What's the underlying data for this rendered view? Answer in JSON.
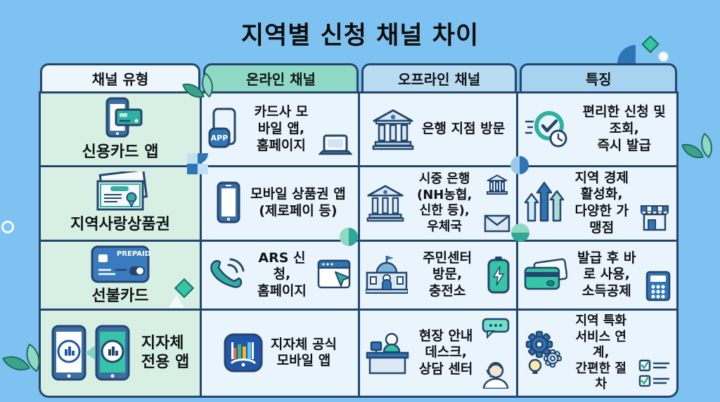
{
  "page": {
    "title": "지역별 신청 채널 차이",
    "background_color": "#7dc2f0",
    "border_color": "#24466e",
    "accent_teal": "#2fb0a0",
    "accent_blue": "#2e75b6"
  },
  "icons_text": {
    "app_badge": "APP",
    "prepaid": "PREPAID"
  },
  "table": {
    "headers": [
      {
        "label": "채널 유형",
        "bg": "#edf6fc"
      },
      {
        "label": "온라인 채널",
        "bg": "#8fd8c3"
      },
      {
        "label": "오프라인 채널",
        "bg": "#b9dcf2"
      },
      {
        "label": "특징",
        "bg": "#a8d3f0"
      }
    ],
    "rows": [
      {
        "type": {
          "label": "신용카드 앱",
          "icons": [
            "phone-creditcard-icon"
          ]
        },
        "online": {
          "label": "카드사 모바일 앱,\n홈페이지",
          "icons": [
            "app-phone-icon",
            "laptop-icon"
          ]
        },
        "offline": {
          "label": "은행 지점 방문",
          "icons": [
            "bank-icon"
          ]
        },
        "features": {
          "label": "편리한 신청 및 조회,\n즉시 발급",
          "icons": [
            "speed-check-clock-icon"
          ]
        }
      },
      {
        "type": {
          "label": "지역사랑상품권",
          "icons": [
            "gift-certificate-icon"
          ]
        },
        "online": {
          "label": "모바일 상품권 앱\n(제로페이 등)",
          "icons": [
            "smartphone-icon"
          ]
        },
        "offline": {
          "label": "시중 은행\n(NH농협, 신한 등),\n우체국",
          "icons": [
            "bank-icon",
            "bank-small-icon",
            "envelope-icon"
          ]
        },
        "features": {
          "label": "지역 경제 활성화,\n다양한 가맹점",
          "icons": [
            "growth-arrows-icon",
            "storefront-icon"
          ]
        }
      },
      {
        "type": {
          "label": "선불카드",
          "icons": [
            "prepaid-card-icon"
          ]
        },
        "online": {
          "label": "ARS 신청,\n홈페이지",
          "icons": [
            "phone-handset-icon",
            "browser-cursor-icon"
          ]
        },
        "offline": {
          "label": "주민센터 방문,\n충전소",
          "icons": [
            "government-building-icon",
            "battery-charge-icon"
          ]
        },
        "features": {
          "label": "발급 후 바로 사용,\n소득공제",
          "icons": [
            "cards-icon",
            "calculator-icon"
          ]
        }
      },
      {
        "type": {
          "label": "지자체\n전용 앱",
          "icons": [
            "dual-seal-phones-icon"
          ]
        },
        "online": {
          "label": "지자체 공식\n모바일 앱",
          "icons": [
            "civic-app-icon"
          ]
        },
        "offline": {
          "label": "현장 안내 데스크,\n상담 센터",
          "icons": [
            "info-desk-icon",
            "speech-bubble-icon",
            "support-agent-icon"
          ]
        },
        "features": {
          "label": "지역 특화 서비스 연계,\n간편한 절차",
          "icons": [
            "gears-bulb-icon",
            "checklist-icon"
          ]
        }
      }
    ]
  }
}
